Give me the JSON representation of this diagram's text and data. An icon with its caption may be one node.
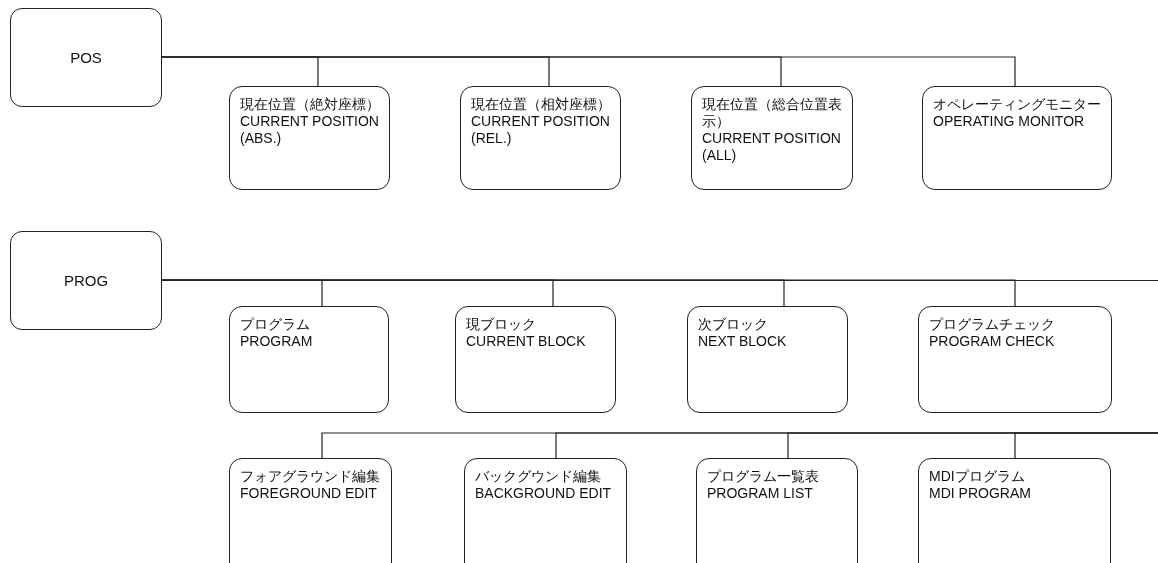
{
  "diagram": {
    "nodes": [
      {
        "text": [
          "POS"
        ]
      },
      {
        "text": [
          "現在位置（絶対座標）",
          "CURRENT POSITION (ABS.)"
        ]
      },
      {
        "text": [
          "現在位置（相対座標）",
          "CURRENT POSITION (REL.)"
        ]
      },
      {
        "text": [
          "現在位置（総合位置表示）",
          "CURRENT POSITION (ALL)"
        ]
      },
      {
        "text": [
          "オペレーティングモニター",
          "OPERATING MONITOR"
        ]
      },
      {
        "text": [
          "PROG"
        ]
      },
      {
        "text": [
          "プログラム",
          "PROGRAM"
        ]
      },
      {
        "text": [
          "現ブロック",
          "CURRENT BLOCK"
        ]
      },
      {
        "text": [
          "次ブロック",
          "NEXT BLOCK"
        ]
      },
      {
        "text": [
          "プログラムチェック",
          "PROGRAM CHECK"
        ]
      },
      {
        "text": [
          "フォアグラウンド編集",
          "FOREGROUND EDIT"
        ]
      },
      {
        "text": [
          "バックグウンド編集",
          "BACKGROUND EDIT"
        ]
      },
      {
        "text": [
          "プログラム一覧表",
          "PROGRAM LIST"
        ]
      },
      {
        "text": [
          "MDIプログラム",
          "MDI PROGRAM"
        ]
      }
    ],
    "edges": [
      {
        "from": 0,
        "to": 1,
        "arrow": "none"
      },
      {
        "from": 0,
        "to": 2,
        "arrow": "none"
      },
      {
        "from": 0,
        "to": 3,
        "arrow": "none"
      },
      {
        "from": 0,
        "to": 4,
        "arrow": "none"
      },
      {
        "from": 5,
        "to": 6,
        "arrow": "none"
      },
      {
        "from": 5,
        "to": 7,
        "arrow": "none"
      },
      {
        "from": 5,
        "to": 8,
        "arrow": "none"
      },
      {
        "from": 5,
        "to": 9,
        "arrow": "none"
      },
      {
        "from": 5,
        "to": null,
        "arrow": "none"
      },
      {
        "from": null,
        "to": 10,
        "arrow": "none"
      },
      {
        "from": null,
        "to": 11,
        "arrow": "none"
      },
      {
        "from": null,
        "to": 12,
        "arrow": "none"
      },
      {
        "from": null,
        "to": 13,
        "arrow": "none"
      }
    ]
  }
}
